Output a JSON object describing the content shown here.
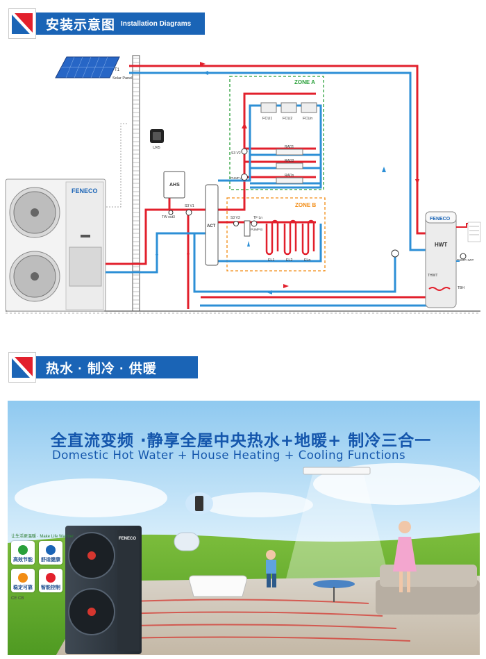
{
  "section1": {
    "title_zh": "安装示意图",
    "title_en": "Installation Diagrams"
  },
  "section2": {
    "title_zh": "热水 · 制冷 · 供暖"
  },
  "diagram": {
    "solar_label": "Solar Panel",
    "t1": "T1",
    "ux": "UX5",
    "brand": "FENECO",
    "ahs": "AHS",
    "tw": "TW out3",
    "s3v1": "S3 V1",
    "act": "ACT",
    "zone_a": "ZONE A",
    "zone_b": "ZONE B",
    "fcu1": "FCU1",
    "fcu2": "FCU2",
    "fcun": "FCUn",
    "rad1": "RAD1",
    "rad2": "RAD2",
    "radn": "RADn",
    "s3v2": "S3 V2",
    "pump_a": "PUMP A",
    "s3v3": "S3 V3",
    "tfln": "TF Ln",
    "pump_b": "PUMP B",
    "fl1": "FL1",
    "fl2": "FL2",
    "fln": "FLn",
    "hwt": "HWT",
    "thwt": "THWT",
    "tbh": "TBH",
    "pump_hwt": "PUMP HWT",
    "colors": {
      "hot": "#e2202c",
      "cold": "#2c8fd6",
      "zone_a": "#2aa03a",
      "zone_b": "#f28c14"
    }
  },
  "photo": {
    "title_zh": "全直流变频 ·静享全屋中央热水+地暖+ 制冷三合一",
    "title_en": "Domestic Hot Water + House Heating + Cooling Functions",
    "slogan": "让生活更温暖 · Make Life Warmer",
    "features": [
      "高效节能",
      "舒适健康",
      "稳定可靠",
      "智能控制"
    ],
    "certs": "CE CB",
    "unit_brand": "FENECO"
  }
}
